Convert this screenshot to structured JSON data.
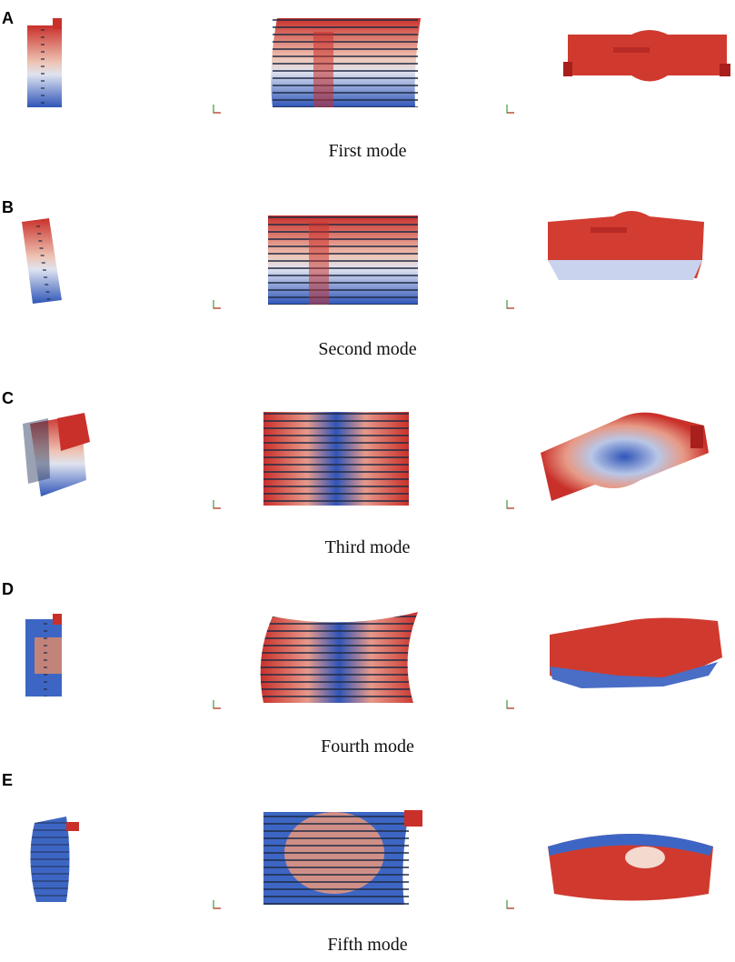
{
  "figure": {
    "panels": [
      {
        "letter": "A",
        "caption": "First mode"
      },
      {
        "letter": "B",
        "caption": "Second mode"
      },
      {
        "letter": "C",
        "caption": "Third mode"
      },
      {
        "letter": "D",
        "caption": "Fourth mode"
      },
      {
        "letter": "E",
        "caption": "Fifth mode"
      }
    ],
    "colormap": {
      "high": "#c9302a",
      "mid": "#f2f2f2",
      "low": "#2f55b8"
    }
  }
}
